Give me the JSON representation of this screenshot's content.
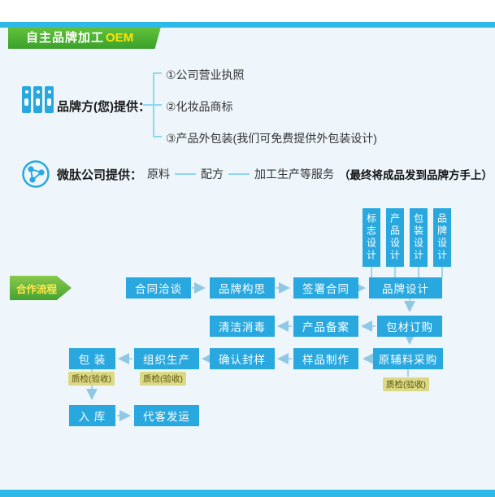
{
  "page": {
    "banner": {
      "title": "自主品牌加工",
      "highlight": "OEM"
    },
    "accent_blue": "#29a8e0",
    "strip_cyan": "#2fb9e8",
    "banner_green": "#3aa12b",
    "highlight_yellow": "#ffe400"
  },
  "brand_section": {
    "label": "品牌方(您)提供：",
    "items": [
      "①公司营业执照",
      "②化妆品商标",
      "③产品外包装(我们可免费提供外包装设计)"
    ]
  },
  "company_section": {
    "label": "微肽公司提供：",
    "item1": "原料",
    "item2": "配方",
    "item3": "加工生产等服务",
    "note": "（最终将成品发到品牌方手上）"
  },
  "flow": {
    "process_label": "合作流程",
    "design_boxes": [
      "标志设计",
      "产品设计",
      "包装设计",
      "品牌设计"
    ],
    "row1": [
      "合同洽谈",
      "品牌构思",
      "签署合同",
      "品牌设计"
    ],
    "row2": [
      "清洁消毒",
      "产品备案",
      "包材订购"
    ],
    "row3": [
      "包 装",
      "组织生产",
      "确认封样",
      "样品制作",
      "原辅料采购"
    ],
    "row4": [
      "入 库",
      "代客发运"
    ],
    "qc_label": "质检(验收)"
  }
}
